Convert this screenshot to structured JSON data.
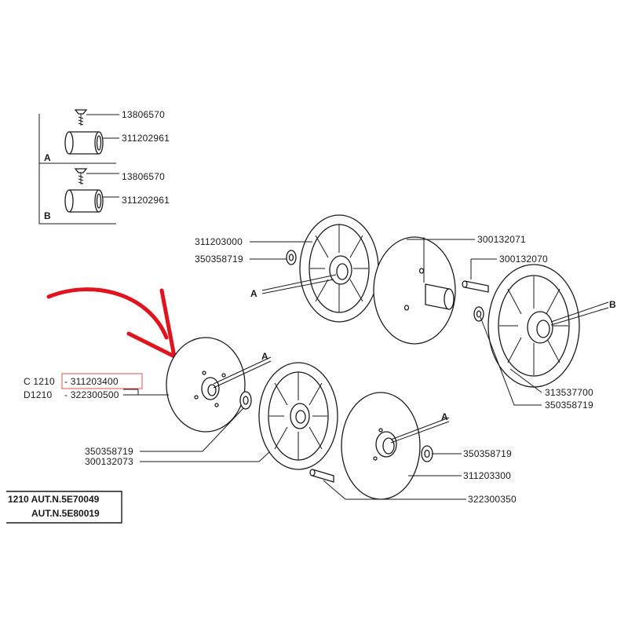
{
  "inset": {
    "variant_a": {
      "letter": "A",
      "screw_part": "13806570",
      "bushing_part": "311202961"
    },
    "variant_b": {
      "letter": "B",
      "screw_part": "13806570",
      "bushing_part": "311202961"
    }
  },
  "labels": {
    "p311203000": "311203000",
    "p350358719_top": "350358719",
    "p300132071": "300132071",
    "p300132070": "300132070",
    "p313537700": "313537700",
    "p350358719_right": "350358719",
    "p311203400": "- 311203400",
    "p322300500": "- 322300500",
    "p350358719_left": "350358719",
    "p300132073": "300132073",
    "p350358719_lower": "350358719",
    "p311203300": "311203300",
    "p322300350": "322300350"
  },
  "model_codes": {
    "c": "C 1210",
    "d": "D1210"
  },
  "callouts": {
    "a1": "A",
    "a2": "A",
    "a3": "A",
    "b1": "B"
  },
  "stamp": {
    "line1": "1210 AUT.N.5E70049",
    "line2": "AUT.N.5E80019"
  },
  "colors": {
    "highlight_box": "#d9534f",
    "arrow": "#e0141e",
    "ink": "#1a1a1a"
  }
}
